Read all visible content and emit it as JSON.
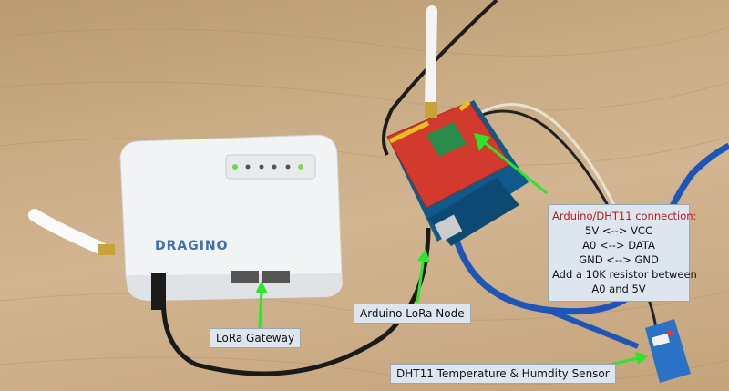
{
  "device_brand": "DRAGINO",
  "labels": {
    "gateway": "LoRa Gateway",
    "node": "Arduino LoRa Node",
    "sensor": "DHT11 Temperature & Humdity Sensor"
  },
  "connection_box": {
    "title": "Arduino/DHT11 connection:",
    "lines": [
      "5V <--> VCC",
      "A0 <--> DATA",
      "GND <--> GND",
      "Add a 10K resistor between",
      "A0 and 5V"
    ]
  },
  "colors": {
    "arrow": "#2ee52e",
    "title_red": "#c01818",
    "label_bg": "#dde6ef"
  }
}
